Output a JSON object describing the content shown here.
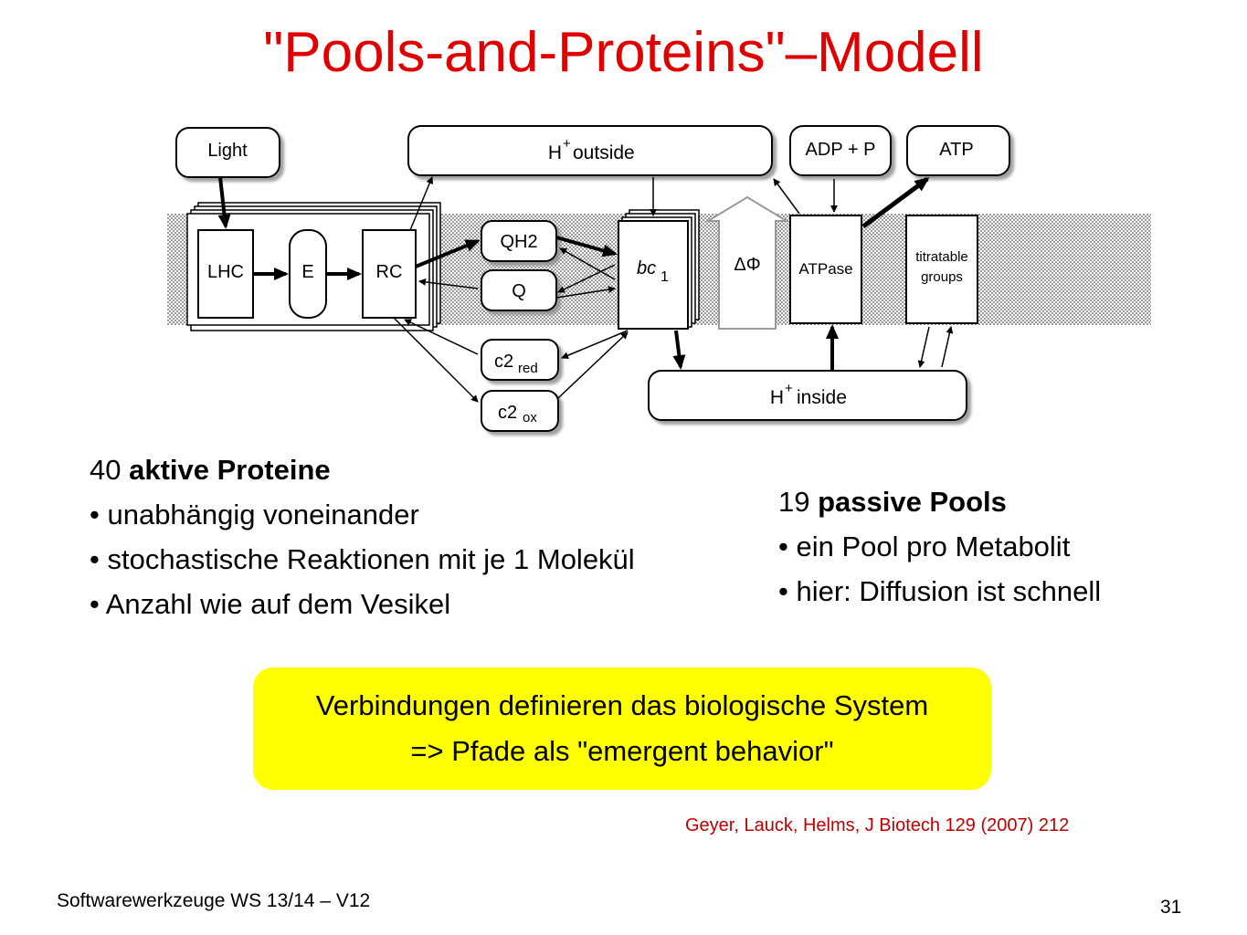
{
  "title": "\"Pools-and-Proteins\"–Modell",
  "diagram": {
    "light": "Light",
    "h_outside": "H",
    "h_outside_suffix": "outside",
    "adp": "ADP + P",
    "atp": "ATP",
    "lhc": "LHC",
    "e": "E",
    "rc": "RC",
    "qh2": "QH2",
    "q": "Q",
    "bc": "bc",
    "bc_sub": "1",
    "delta_phi": "ΔΦ",
    "atpase": "ATPase",
    "titratable_1": "titratable",
    "titratable_2": "groups",
    "c2red": "c2",
    "c2red_sub": "red",
    "c2ox": "c2",
    "c2ox_sub": "ox",
    "h_inside": "H",
    "h_inside_suffix": "inside",
    "plus": "+"
  },
  "proteins": {
    "count": "40",
    "heading": "aktive Proteine",
    "bullets": [
      "• unabhängig voneinander",
      "• stochastische Reaktionen mit je 1 Molekül",
      "• Anzahl wie auf dem Vesikel"
    ]
  },
  "pools": {
    "count": "19",
    "heading": "passive Pools",
    "bullets": [
      "• ein Pool pro Metabolit",
      "• hier: Diffusion ist schnell"
    ]
  },
  "highlight": {
    "line1": "Verbindungen definieren das biologische System",
    "line2": "=> Pfade als \"emergent behavior\""
  },
  "citation": "Geyer, Lauck, Helms,  J Biotech 129 (2007) 212",
  "footer": "Softwarewerkzeuge WS 13/14 –  V12",
  "page_number": "31",
  "colors": {
    "title": "#e00000",
    "highlight_bg": "#ffff00",
    "citation": "#c00000"
  }
}
